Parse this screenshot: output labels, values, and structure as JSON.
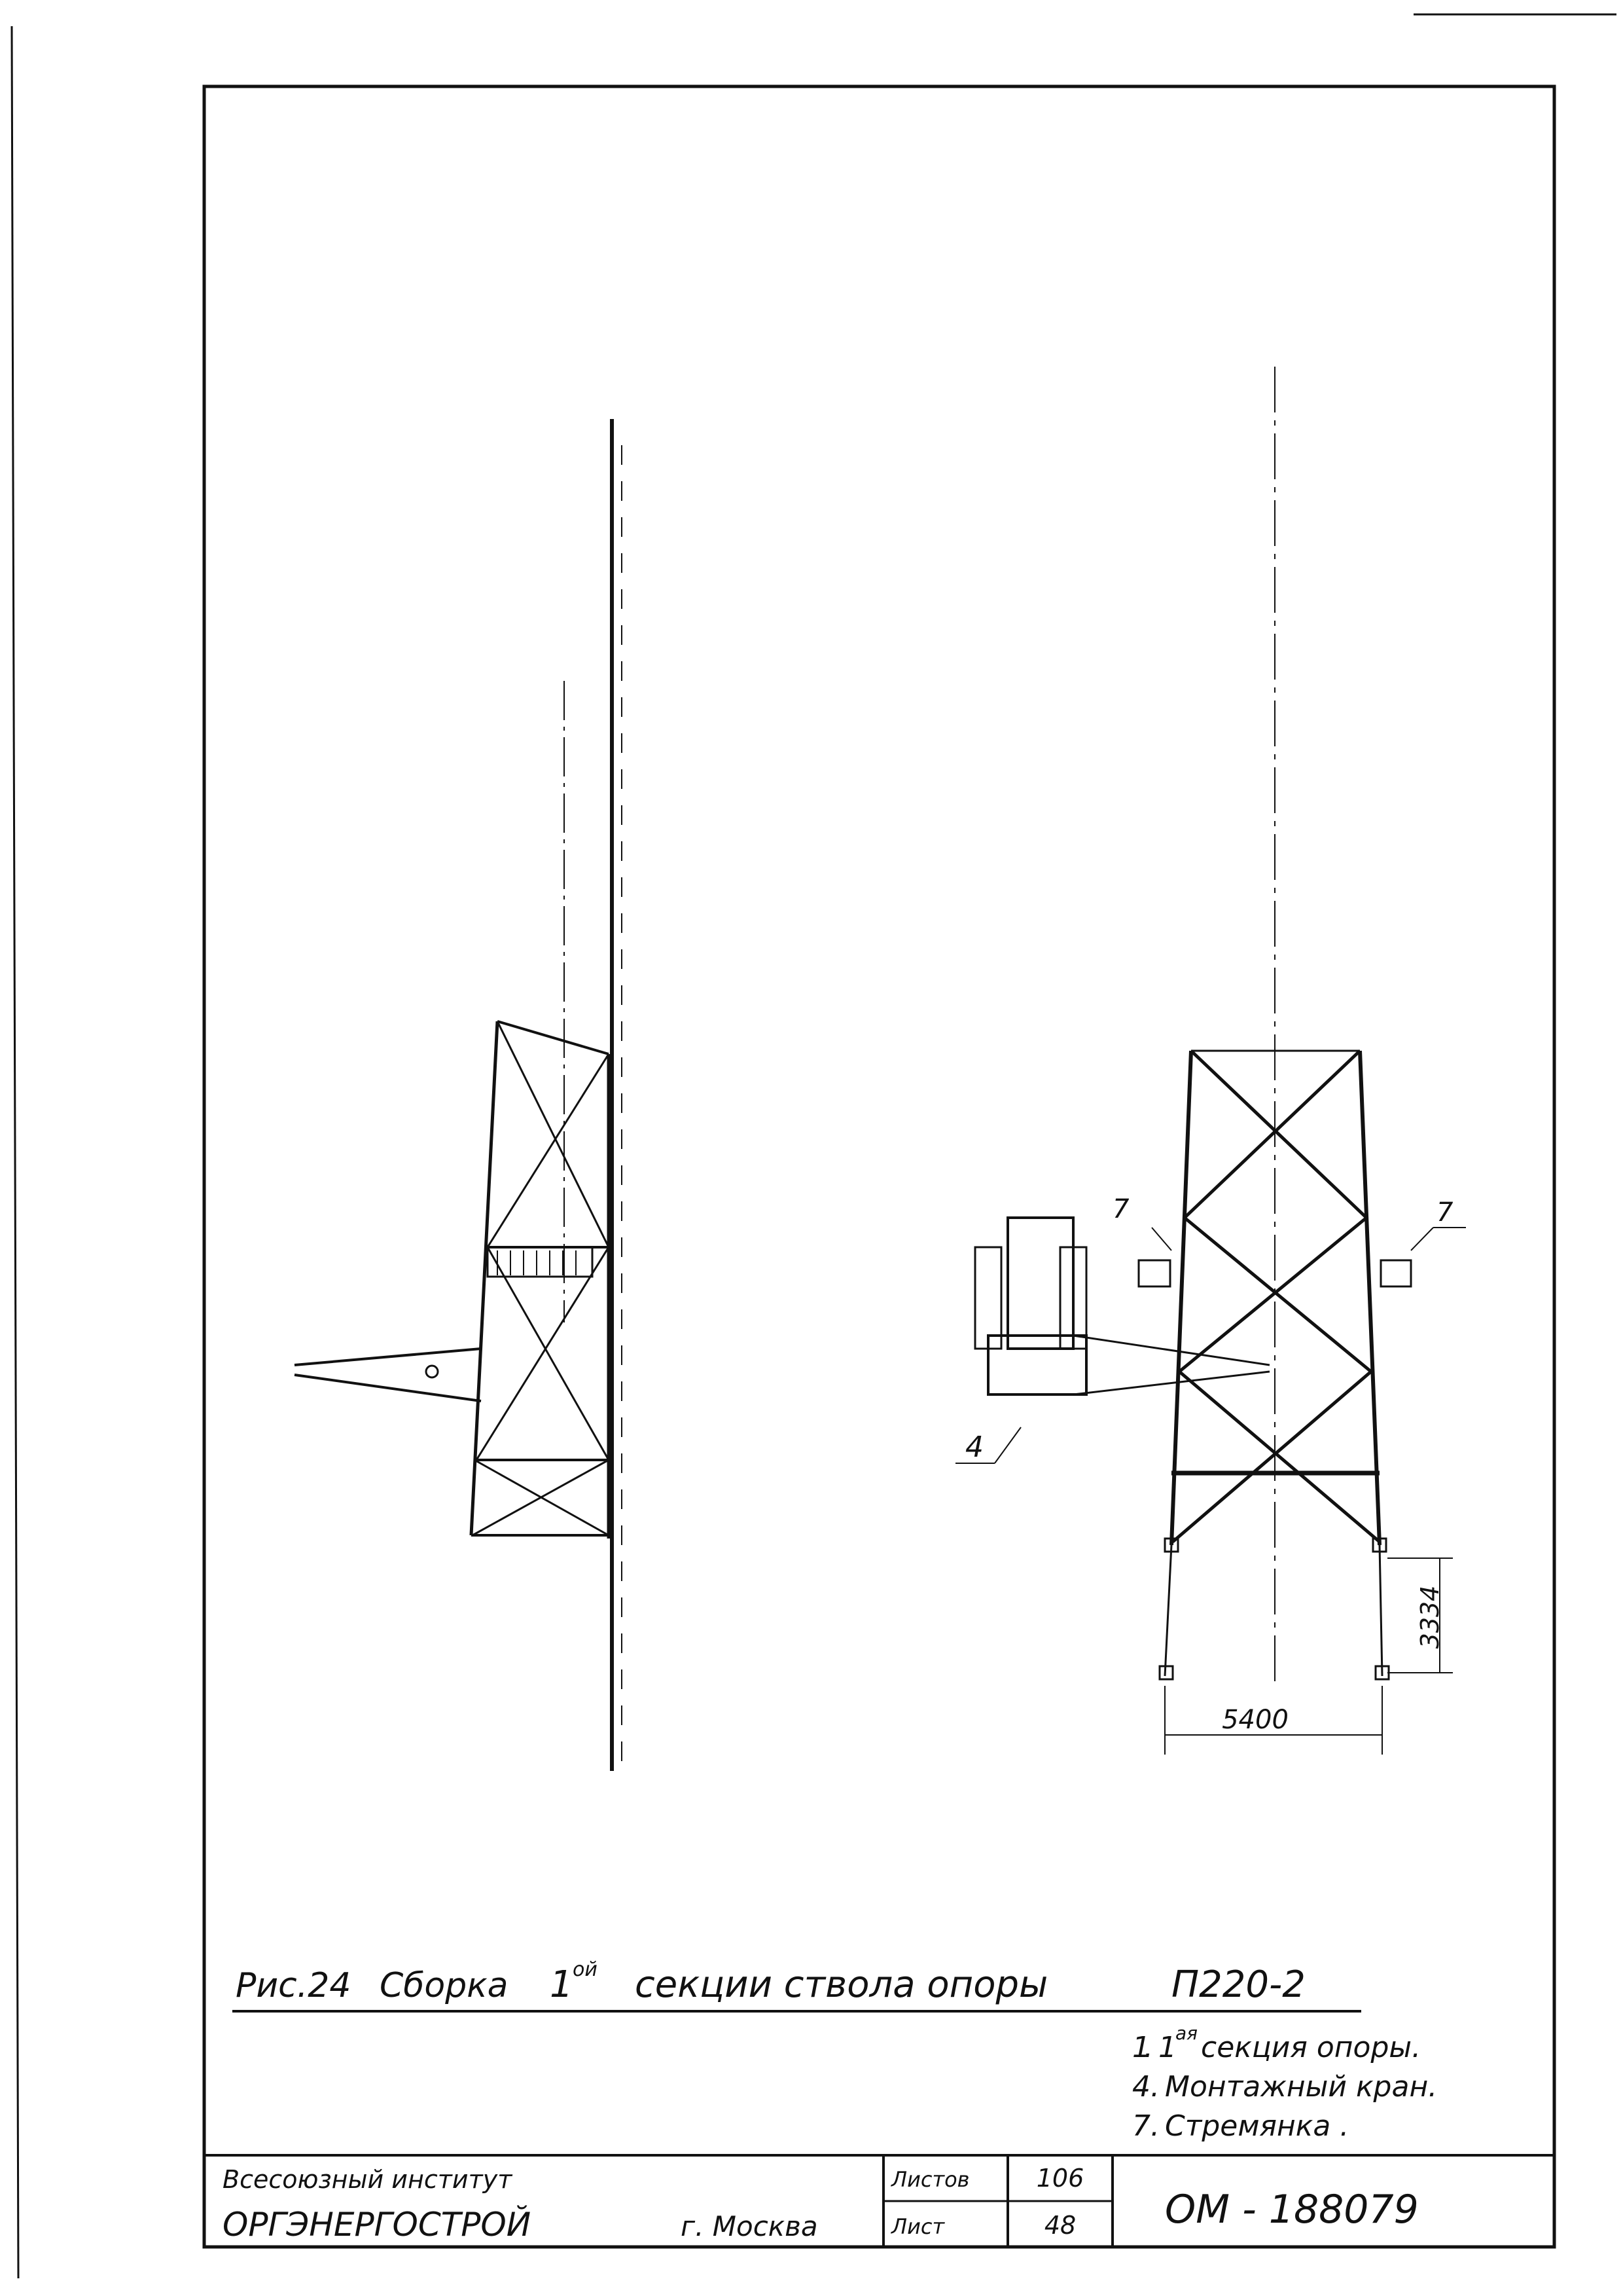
{
  "figure": {
    "caption_prefix": "Рис.24",
    "caption_word1": "Сборка",
    "caption_num": "1",
    "caption_sup": "ой",
    "caption_rest": "секции ствола опоры",
    "caption_code": "П220-2"
  },
  "legend": [
    {
      "num": "1.",
      "num_sup_base": "1",
      "sup": "ая",
      "text": "секция опоры."
    },
    {
      "num": "4.",
      "text": "Монтажный кран."
    },
    {
      "num": "7.",
      "text": "Стремянка ."
    }
  ],
  "callouts": {
    "crane": "4",
    "ladder_left": "7",
    "ladder_right": "7"
  },
  "dimensions": {
    "height": "3334",
    "width": "5400"
  },
  "title_block": {
    "institute_line1": "Всесоюзный институт",
    "institute_line2": "ОРГЭНЕРГОСТРОЙ",
    "city": "г. Москва",
    "sheets_label": "Листов",
    "sheets_value": "106",
    "sheet_label": "Лист",
    "sheet_value": "48",
    "doc_code": "ОМ - 188079"
  }
}
